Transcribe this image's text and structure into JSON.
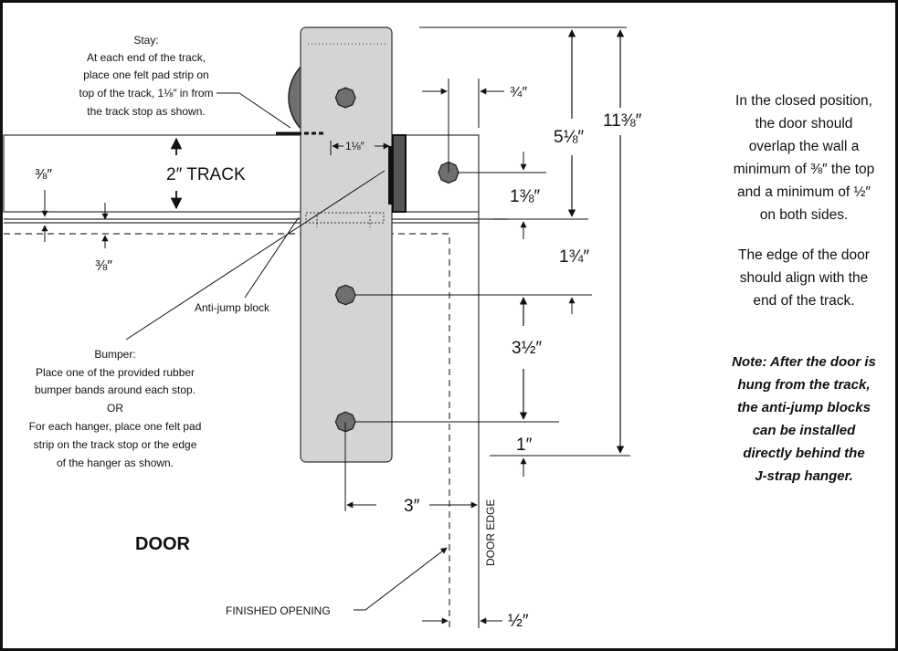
{
  "labels": {
    "stay_title": "Stay:",
    "stay_line1": "At each end of the track,",
    "stay_line2": "place one felt pad strip on",
    "stay_line3": "top of the track, 1⅛″ in from",
    "stay_line4": "the track stop as shown.",
    "track": "2″ TRACK",
    "anti_jump": "Anti-jump block",
    "bumper_title": "Bumper:",
    "bumper_line1": "Place one of the provided rubber",
    "bumper_line2": "bumper bands around each stop.",
    "bumper_or": "OR",
    "bumper_line3": "For each hanger, place one felt pad",
    "bumper_line4": "strip on the track stop or the edge",
    "bumper_line5": "of the hanger as shown.",
    "door": "DOOR",
    "finished_opening": "FINISHED OPENING",
    "door_edge": "DOOR EDGE"
  },
  "dimensions": {
    "d_3_4": "¾″",
    "d_1_1_8": "1⅛″",
    "d_5_1_8": "5⅛″",
    "d_11_3_8": "11⅜″",
    "d_1_3_8": "1⅜″",
    "d_1_3_4": "1¾″",
    "d_3_1_2": "3½″",
    "d_1": "1″",
    "d_3": "3″",
    "d_1_2": "½″",
    "d_3_8_top": "⅜″",
    "d_3_8_bottom": "⅜″"
  },
  "right_text": {
    "p1_l1": "In the closed position,",
    "p1_l2": "the door should",
    "p1_l3": "overlap the wall a",
    "p1_l4": "minimum of ⅜″ the top",
    "p1_l5": "and a minimum of ½″",
    "p1_l6": "on both sides.",
    "p2_l1": "The edge of the door",
    "p2_l2": "should align with the",
    "p2_l3": "end of the track.",
    "note_l1": "Note: After the door is",
    "note_l2": "hung from the track,",
    "note_l3": "the anti-jump blocks",
    "note_l4": "can be installed",
    "note_l5": "directly behind the",
    "note_l6": "J-strap hanger."
  }
}
